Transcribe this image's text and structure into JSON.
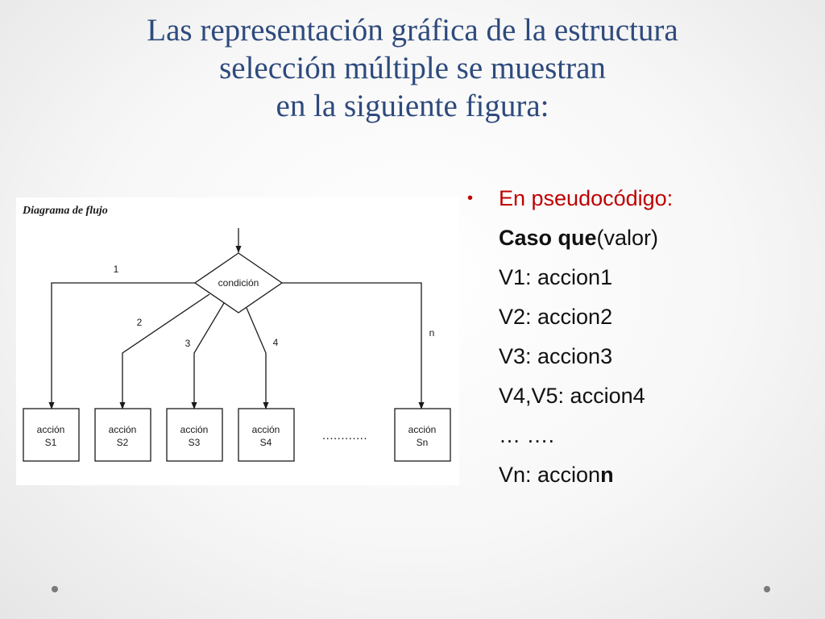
{
  "title": {
    "line1": "Las representación gráfica de la estructura",
    "line2": "selección múltiple se muestran",
    "line3": "en la siguiente figura:"
  },
  "diagram": {
    "caption": "Diagrama de flujo",
    "decision": "condición",
    "branch_labels": [
      "1",
      "2",
      "3",
      "4",
      "n"
    ],
    "actions": [
      {
        "line1": "acción",
        "line2": "S1"
      },
      {
        "line1": "acción",
        "line2": "S2"
      },
      {
        "line1": "acción",
        "line2": "S3"
      },
      {
        "line1": "acción",
        "line2": "S4"
      },
      {
        "line1": "acción",
        "line2": "Sn"
      }
    ],
    "ellipsis": "............"
  },
  "pseudocode": {
    "bullet": "•",
    "heading": "En pseudocódigo:",
    "case_keyword": "Caso que",
    "case_arg": "(valor)",
    "lines": [
      "V1: accion1",
      "V2: accion2",
      "V3: accion3",
      "V4,V5: accion4",
      "… …."
    ],
    "last_prefix": "Vn: accion",
    "last_bold": "n"
  },
  "colors": {
    "title": "#2e4a7d",
    "heading": "#c00000",
    "dot": "#7a7a7a"
  }
}
